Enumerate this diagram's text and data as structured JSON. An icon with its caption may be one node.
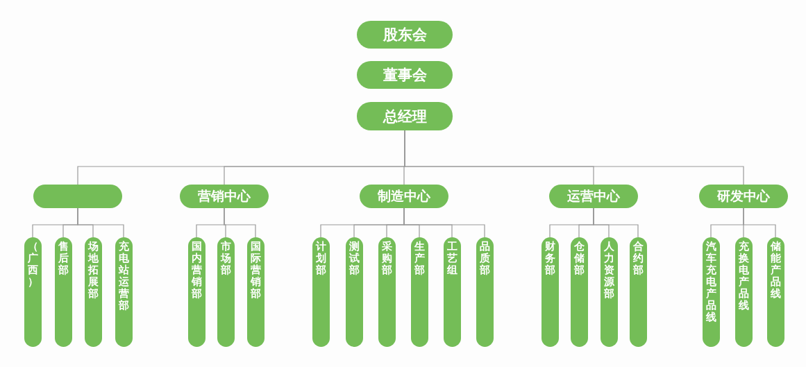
{
  "diagram": {
    "nodes": [
      {
        "text": [
          "股东会"
        ]
      },
      {
        "text": [
          "董事会"
        ]
      },
      {
        "text": [
          "总经理"
        ]
      },
      {
        "text": [],
        "shape": "box"
      },
      {
        "text": [
          "营销中心"
        ]
      },
      {
        "text": [
          "制造中心"
        ]
      },
      {
        "text": [
          "运营中心"
        ]
      },
      {
        "text": [
          "研发中心"
        ]
      },
      {
        "text": [
          "（广西）"
        ]
      },
      {
        "text": [
          "售后部"
        ]
      },
      {
        "text": [
          "场地拓展部"
        ]
      },
      {
        "text": [
          "充电站运营部"
        ]
      },
      {
        "text": [
          "国内营销部"
        ]
      },
      {
        "text": [
          "市场部"
        ]
      },
      {
        "text": [
          "国际营销部"
        ]
      },
      {
        "text": [
          "计划部"
        ]
      },
      {
        "text": [
          "测试部"
        ]
      },
      {
        "text": [
          "采购部"
        ]
      },
      {
        "text": [
          "生产部"
        ]
      },
      {
        "text": [
          "工艺组"
        ]
      },
      {
        "text": [
          "品质部"
        ]
      },
      {
        "text": [
          "财务部"
        ]
      },
      {
        "text": [
          "仓储部"
        ]
      },
      {
        "text": [
          "人力资源部"
        ]
      },
      {
        "text": [
          "合约部"
        ]
      },
      {
        "text": [
          "汽车充电产品线"
        ]
      },
      {
        "text": [
          "充换电产品线"
        ]
      },
      {
        "text": [
          "储能产品线"
        ]
      }
    ],
    "edges": [
      {
        "from": 2,
        "to": 3,
        "arrow": "none"
      },
      {
        "from": 2,
        "to": 4,
        "arrow": "none"
      },
      {
        "from": 2,
        "to": 5,
        "arrow": "none"
      },
      {
        "from": 2,
        "to": 6,
        "arrow": "none"
      },
      {
        "from": 2,
        "to": 7,
        "arrow": "none"
      },
      {
        "from": 3,
        "to": 8,
        "arrow": "none"
      },
      {
        "from": 3,
        "to": 9,
        "arrow": "none"
      },
      {
        "from": 3,
        "to": 10,
        "arrow": "none"
      },
      {
        "from": 3,
        "to": 11,
        "arrow": "none"
      },
      {
        "from": 4,
        "to": 12,
        "arrow": "none"
      },
      {
        "from": 4,
        "to": 13,
        "arrow": "none"
      },
      {
        "from": 4,
        "to": 14,
        "arrow": "none"
      },
      {
        "from": 5,
        "to": 15,
        "arrow": "none"
      },
      {
        "from": 5,
        "to": 16,
        "arrow": "none"
      },
      {
        "from": 5,
        "to": 17,
        "arrow": "none"
      },
      {
        "from": 5,
        "to": 18,
        "arrow": "none"
      },
      {
        "from": 5,
        "to": 19,
        "arrow": "none"
      },
      {
        "from": 5,
        "to": 20,
        "arrow": "none"
      },
      {
        "from": 6,
        "to": 21,
        "arrow": "none"
      },
      {
        "from": 6,
        "to": 22,
        "arrow": "none"
      },
      {
        "from": 6,
        "to": 23,
        "arrow": "none"
      },
      {
        "from": 6,
        "to": 24,
        "arrow": "none"
      },
      {
        "from": 7,
        "to": 25,
        "arrow": "none"
      },
      {
        "from": 7,
        "to": 26,
        "arrow": "none"
      },
      {
        "from": 7,
        "to": 27,
        "arrow": "none"
      }
    ]
  }
}
